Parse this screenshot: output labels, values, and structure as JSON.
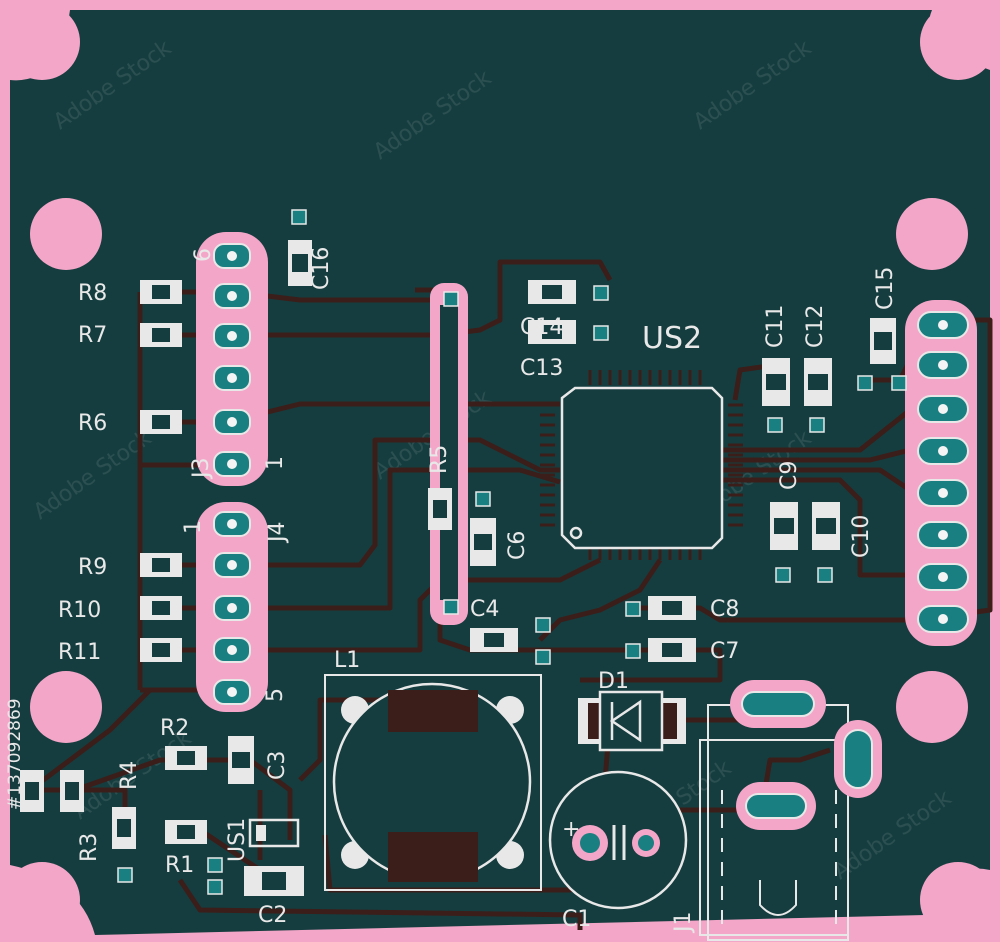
{
  "board": {
    "substrate_color": "#153d3f",
    "copper_color": "#f4a6c8",
    "trace_color": "#3b1e1a",
    "pad_color": "#1a7f80",
    "silk_color": "#e8e8e8"
  },
  "labels": {
    "US2": "US2",
    "R8": "R8",
    "R7": "R7",
    "R6": "R6",
    "R9": "R9",
    "R10": "R10",
    "R11": "R11",
    "R5": "R5",
    "R2": "R2",
    "R4": "R4",
    "R3": "R3",
    "R1": "R1",
    "C16": "C16",
    "C14": "C14",
    "C13": "C13",
    "C11": "C11",
    "C12": "C12",
    "C15": "C15",
    "C9": "C9",
    "C10": "C10",
    "C6": "C6",
    "C4": "C4",
    "C8": "C8",
    "C7": "C7",
    "C3": "C3",
    "C2": "C2",
    "C1": "C1",
    "L1": "L1",
    "D1": "D1",
    "J1": "J1",
    "J3": "J3",
    "J4": "J4",
    "US1": "US1",
    "pin6": "6",
    "pin1_j3": "1",
    "pin1_j4": "1",
    "pin5": "5",
    "plus": "+"
  },
  "watermark": "Adobe Stock",
  "stock_id": "#137092869"
}
